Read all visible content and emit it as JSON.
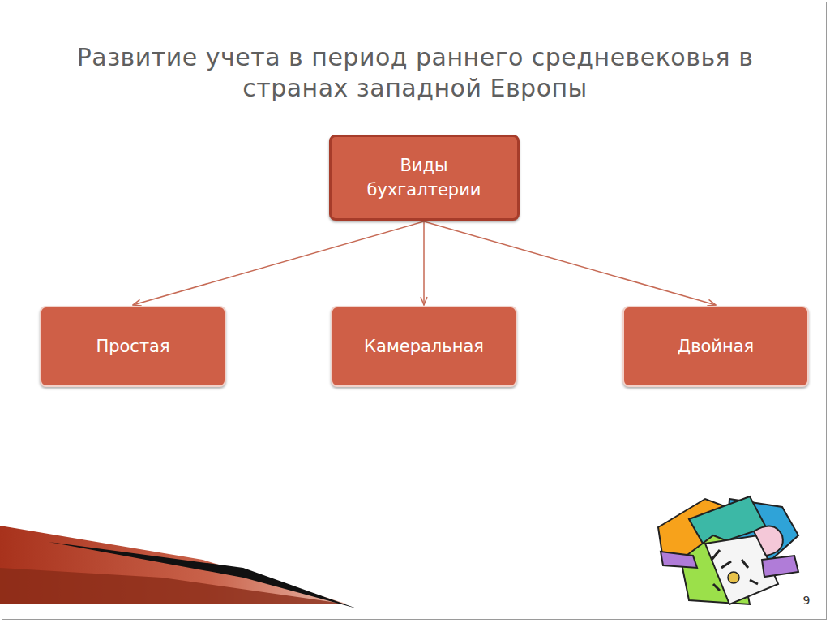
{
  "diagram": {
    "title": "Развитие учета в период раннего средневековья в странах западной Европы",
    "nodes": [
      {
        "text": [
          "Виды бухгалтерии"
        ]
      },
      {
        "text": [
          "Простая"
        ]
      },
      {
        "text": [
          "Камеральная"
        ]
      },
      {
        "text": [
          "Двойная"
        ]
      }
    ],
    "edges": [
      {
        "from": 0,
        "to": 1,
        "arrow": "to"
      },
      {
        "from": 0,
        "to": 2,
        "arrow": "to"
      },
      {
        "from": 0,
        "to": 3,
        "arrow": "to"
      }
    ],
    "labels": [
      "9"
    ]
  }
}
